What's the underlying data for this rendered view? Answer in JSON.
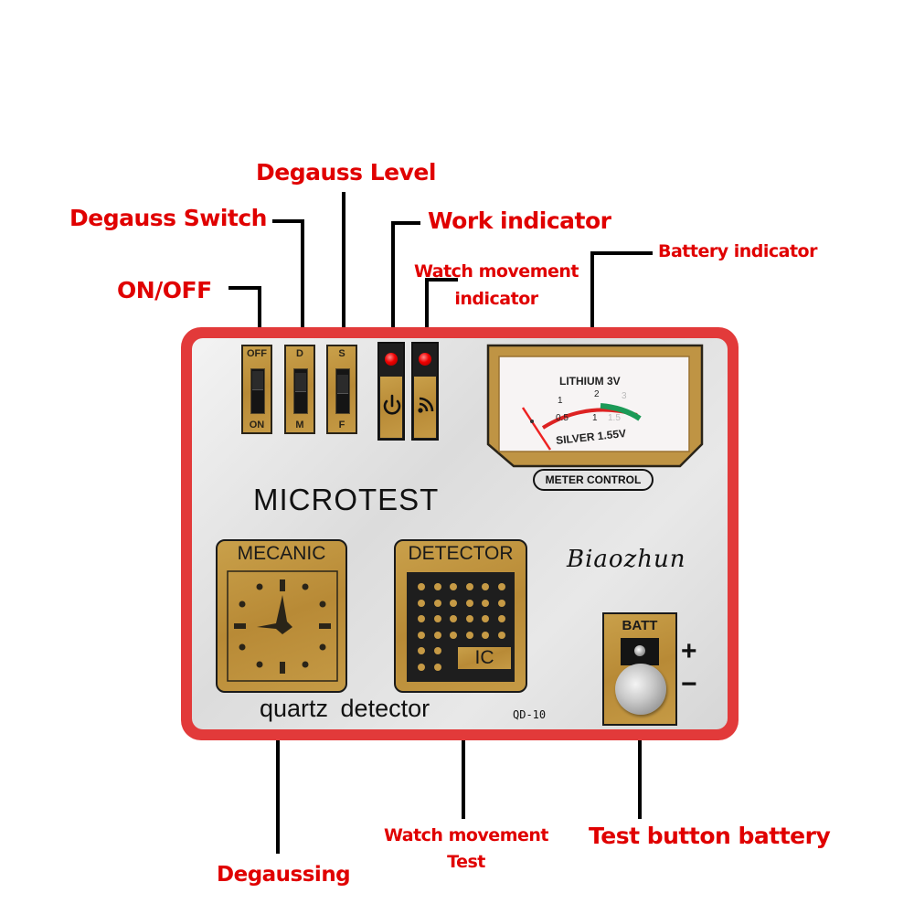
{
  "annotations": {
    "degauss_level": "Degauss Level",
    "degauss_switch": "Degauss Switch",
    "work_indicator": "Work indicator",
    "on_off": "ON/OFF",
    "watch_movement_indicator_line1": "Watch movement",
    "watch_movement_indicator_line2": "indicator",
    "battery_indicator": "Battery indicator",
    "degaussing": "Degaussing",
    "watch_movement_test_line1": "Watch movement",
    "watch_movement_test_line2": "Test",
    "test_button_battery": "Test button battery"
  },
  "device": {
    "brand": "MICROTEST",
    "maker_script": "Biaozhun",
    "product_name": "quartz detector",
    "model": "QD-10",
    "switches": [
      {
        "top": "OFF",
        "bottom": "ON"
      },
      {
        "top": "D",
        "bottom": "M"
      },
      {
        "top": "S",
        "bottom": "F"
      }
    ],
    "indicators": [
      {
        "icon": "power-icon"
      },
      {
        "icon": "signal-icon"
      }
    ],
    "meter": {
      "top_scale_label": "LITHIUM 3V",
      "top_scale_ticks": [
        "1",
        "2",
        "3"
      ],
      "bottom_scale_ticks": [
        "0.5",
        "1",
        "1.5"
      ],
      "bottom_scale_label": "SILVER 1.55V",
      "control_label": "METER CONTROL"
    },
    "mecanic_tile": {
      "title": "MECANIC",
      "icon": "clock-icon"
    },
    "detector_tile": {
      "title": "DETECTOR",
      "chip_label": "IC",
      "icon": "ic-chip-icon"
    },
    "battery_test": {
      "title": "BATT",
      "plus": "+",
      "minus": "−"
    }
  },
  "colors": {
    "annotation_red": "#e00000",
    "panel_red": "#e23a3a",
    "gold": "#c09545"
  }
}
